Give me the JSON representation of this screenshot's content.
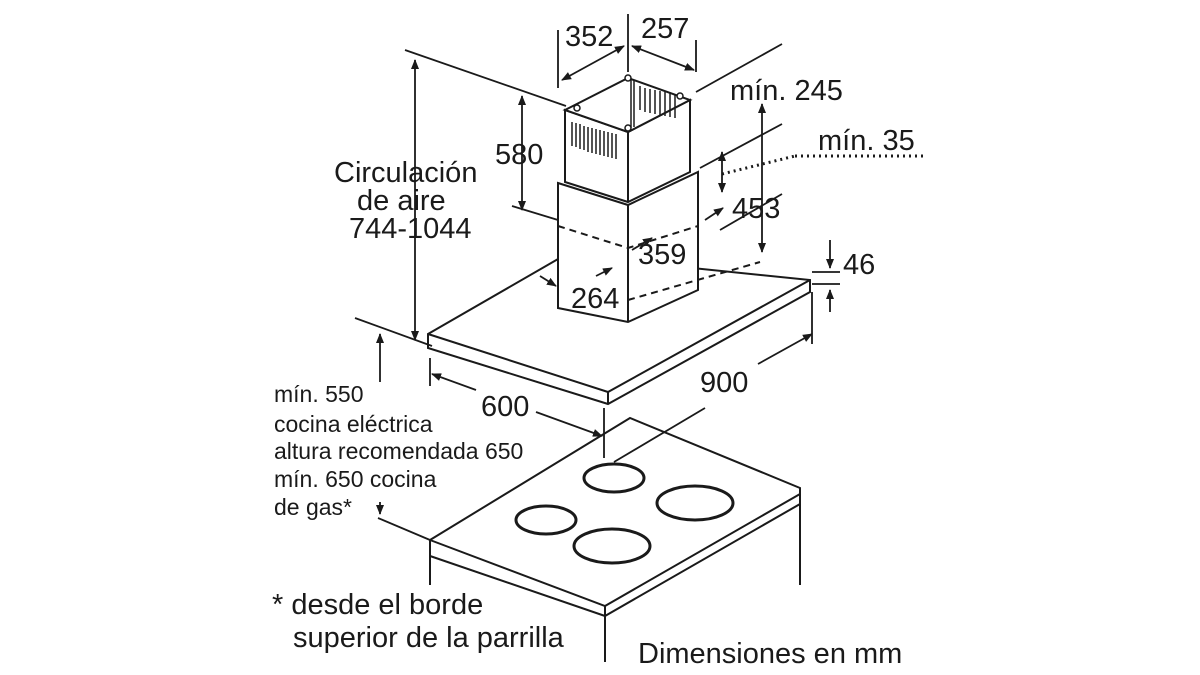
{
  "dimensions": {
    "d352": "352",
    "d257": "257",
    "min245": "mín. 245",
    "min35": "mín. 35",
    "d580": "580",
    "d453": "453",
    "d359": "359",
    "d264": "264",
    "d46": "46",
    "d900": "900",
    "d600": "600"
  },
  "labels": {
    "air_line1": "Circulación",
    "air_line2": "de aire",
    "air_line3": "744-1044",
    "clearance_lines": [
      "mín. 550",
      "cocina eléctrica",
      "altura recomendada 650",
      "mín. 650 cocina",
      "de gas*"
    ],
    "footnote_line1": "* desde el borde",
    "footnote_line2": "superior de la parrilla",
    "units": "Dimensiones en mm"
  }
}
